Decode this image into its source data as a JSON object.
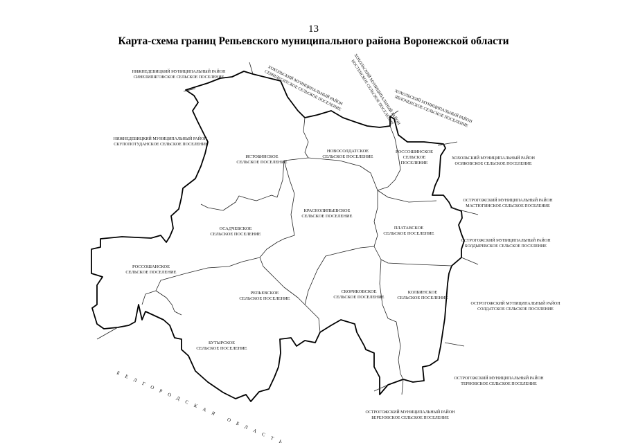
{
  "page_number": "13",
  "title": "Карта-схема границ Репьевского муниципального района Воронежской области",
  "settlements": [
    {
      "line1": "ИСТОБИНСКОЕ",
      "line2": "СЕЛЬСКОЕ ПОСЕЛЕНИЕ"
    },
    {
      "line1": "НОВОСОЛДАТСКОЕ",
      "line2": "СЕЛЬСКОЕ ПОСЕЛЕНИЕ"
    },
    {
      "line1": "РОССОШИНСКОЕ",
      "line2": "СЕЛЬСКОЕ",
      "line3": "ПОСЕЛЕНИЕ"
    },
    {
      "line1": "КРАСНОЛИПЬЕВСКОЕ",
      "line2": "СЕЛЬСКОЕ ПОСЕЛЕНИЕ"
    },
    {
      "line1": "ОСАДЧЕВСКОЕ",
      "line2": "СЕЛЬСКОЕ ПОСЕЛЕНИЕ"
    },
    {
      "line1": "ПЛАТАВСКОЕ",
      "line2": "СЕЛЬСКОЕ ПОСЕЛЕНИЕ"
    },
    {
      "line1": "РОССОШАНСКОЕ",
      "line2": "СЕЛЬСКОЕ ПОСЕЛЕНИЕ"
    },
    {
      "line1": "РЕПЬЕВСКОЕ",
      "line2": "СЕЛЬСКОЕ ПОСЕЛЕНИЕ"
    },
    {
      "line1": "СКОРИКОВСКОЕ",
      "line2": "СЕЛЬСКОЕ ПОСЕЛЕНИЕ"
    },
    {
      "line1": "КОЛБИНСКОЕ",
      "line2": "СЕЛЬСКОЕ ПОСЕЛЕНИЕ"
    },
    {
      "line1": "БУТЫРСКОЕ",
      "line2": "СЕЛЬСКОЕ ПОСЕЛЕНИЕ"
    }
  ],
  "neighbors": [
    {
      "line1": "НИЖНЕДЕВИЦКИЙ МУНИЦИПАЛЬНЫЙ РАЙОН",
      "line2": "СИНЕЛИПЯГОВСКОЕ СЕЛЬСКОЕ ПОСЕЛЕНИЕ"
    },
    {
      "line1": "НИЖНЕДЕВИЦКИЙ МУНИЦИПАЛЬНЫЙ РАЙОН,",
      "line2": "СКУПОПОТУДАНСКОЕ СЕЛЬСКОЕ ПОСЕЛЕНИЕ"
    },
    {
      "line1": "ХОХОЛЬСКИЙ МУНИЦИПАЛЬНЫЙ РАЙОН",
      "line2": "СЕМИДЕСЯТСКОЕ СЕЛЬСКОЕ ПОСЕЛЕНИЕ"
    },
    {
      "line1": "ХОХОЛЬСКИЙ МУНИЦИПАЛЬНЫЙ РАЙОН",
      "line2": "КОСТЕНСКОЕ СЕЛЬСКОЕ ПОСЕЛЕНИЕ"
    },
    {
      "line1": "ХОХОЛЬСКИЙ МУНИЦИПАЛЬНЫЙ РАЙОН",
      "line2": "ЯБЛОЧЕНСКОЕ СЕЛЬСКОЕ ПОСЕЛЕНИЕ"
    },
    {
      "line1": "ХОХОЛЬСКИЙ МУНИЦИПАЛЬНЫЙ РАЙОН",
      "line2": "ОСИКОВСКОЕ СЕЛЬСКОЕ ПОСЕЛЕНИЕ"
    },
    {
      "line1": "ОСТРОГОЖСКИЙ МУНИЦИПАЛЬНЫЙ РАЙОН",
      "line2": "МАСТЮГИНСКОЕ СЕЛЬСКОЕ ПОСЕЛЕНИЕ"
    },
    {
      "line1": "ОСТРОГОЖСКИЙ МУНИЦИПАЛЬНЫЙ РАЙОН",
      "line2": "БОЛДЫРЕВСКОЕ СЕЛЬСКОЕ ПОСЕЛЕНИЕ"
    },
    {
      "line1": "ОСТРОГОЖСКИЙ МУНИЦИПАЛЬНЫЙ РАЙОН",
      "line2": "СОЛДАТСКОЕ СЕЛЬСКОЕ ПОСЕЛЕНИЕ"
    },
    {
      "line1": "ОСТРОГОЖСКИЙ МУНИЦИПАЛЬНЫЙ РАЙОН",
      "line2": "ТЕРНОВСКОЕ СЕЛЬСКОЕ ПОСЕЛЕНИЕ"
    },
    {
      "line1": "ОСТРОГОЖСКИЙ МУНИЦИПАЛЬНЫЙ РАЙОН",
      "line2": "БЕРЕЗОВСКОЕ СЕЛЬСКОЕ ПОСЕЛЕНИЕ"
    }
  ],
  "region_label": "БЕЛГОРОДСКАЯ ОБЛАСТЬ"
}
